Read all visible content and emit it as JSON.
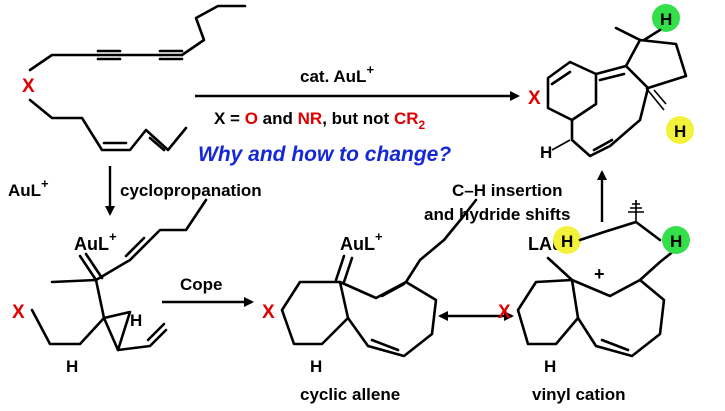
{
  "arrows": {
    "top_condition": "cat. AuL",
    "top_condition_sup": "+",
    "top_scope_x": "X = ",
    "top_scope_o": "O",
    "top_scope_and": " and ",
    "top_scope_nr": "NR",
    "top_scope_but": ", but not ",
    "top_scope_cr": "CR",
    "top_scope_cr_sub": "2",
    "question": "Why and how to change?",
    "left_reagent": "AuL",
    "left_reagent_sup": "+",
    "left_step": "cyclopropanation",
    "middle_step": "Cope",
    "right_step_line1": "C–H insertion",
    "right_step_line2": "and hydride shifts"
  },
  "captions": {
    "allene": "cyclic allene",
    "cation": "vinyl cation"
  },
  "atoms": {
    "x": "X",
    "h": "H",
    "aul": "AuL",
    "aul_sup": "+",
    "lau": "LAu",
    "plus": "+"
  },
  "colors": {
    "hetero": "#e00000",
    "question": "#1428d8",
    "h_green": "#33e04a",
    "h_yellow": "#f2f23a"
  }
}
